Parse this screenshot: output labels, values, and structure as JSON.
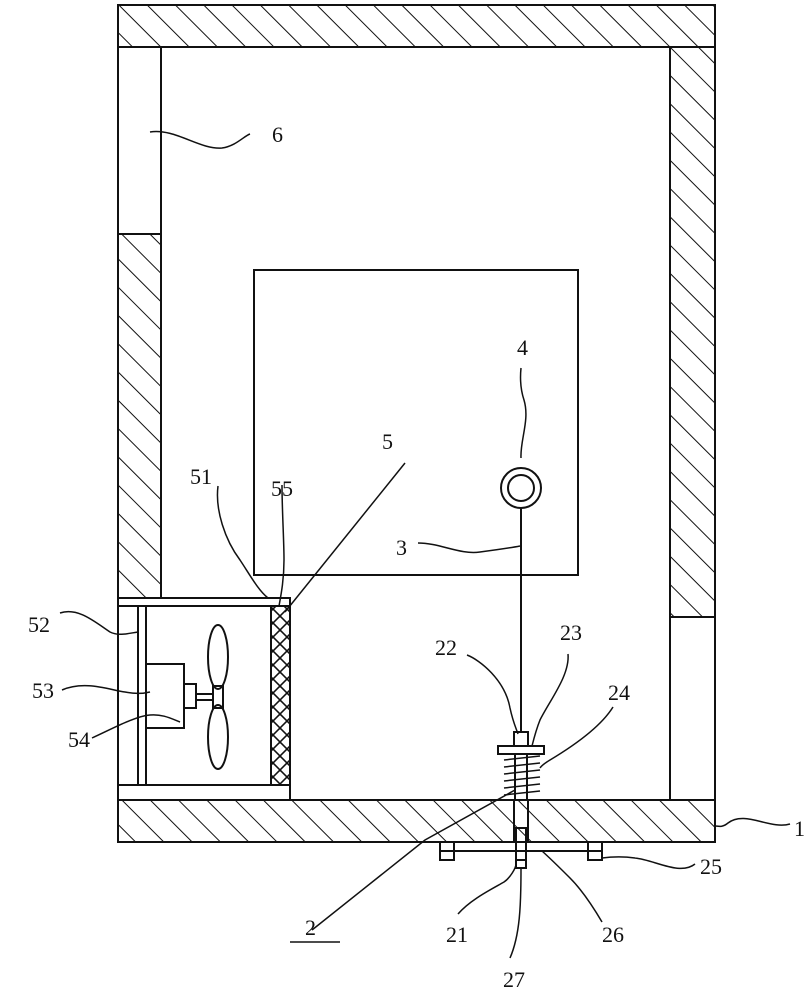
{
  "labels": {
    "l1": "1",
    "l2": "2",
    "l3": "3",
    "l4": "4",
    "l5": "5",
    "l6": "6",
    "l21": "21",
    "l22": "22",
    "l23": "23",
    "l24": "24",
    "l25": "25",
    "l26": "26",
    "l27": "27",
    "l51": "51",
    "l52": "52",
    "l53": "53",
    "l54": "54",
    "l55": "55"
  }
}
